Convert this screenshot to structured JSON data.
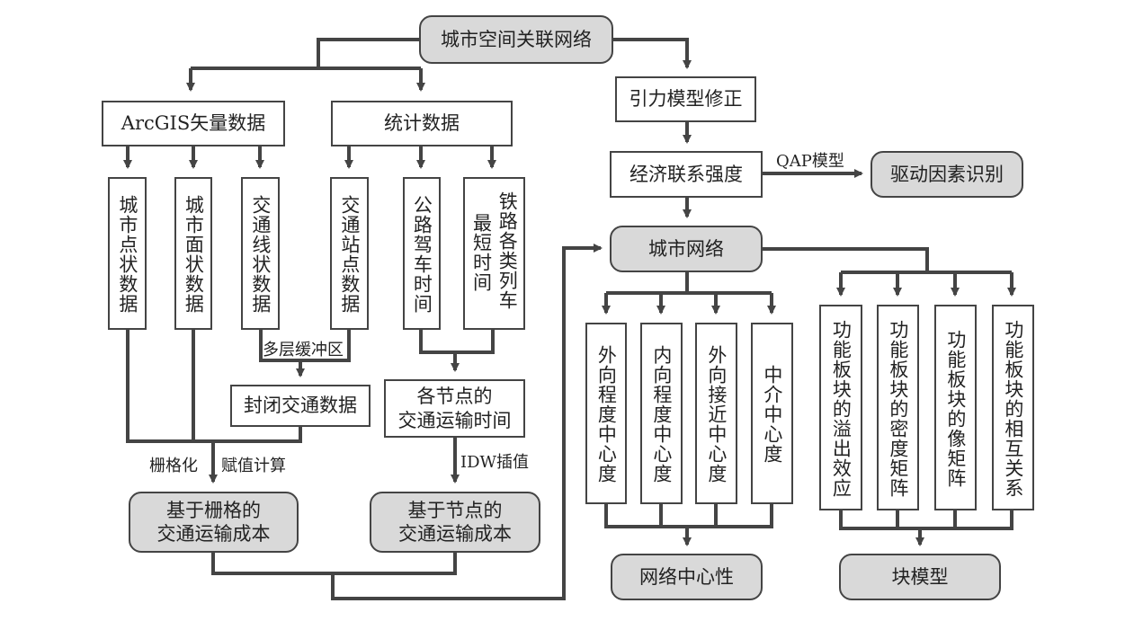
{
  "diagram": {
    "nodes": {
      "root": "城市空间关联网络",
      "arcgis": "ArcGIS矢量数据",
      "stats": "统计数据",
      "city_point": "城市点状数据",
      "city_area": "城市面状数据",
      "traffic_line": "交通线状数据",
      "traffic_station": "交通站点数据",
      "road_drive": "公路驾车时间",
      "rail_col1": "铁路各类列车",
      "rail_col2": "最短时间",
      "closed_traffic": "封闭交通数据",
      "node_time": "各节点的\n交通运输时间",
      "grid_cost": "基于栅格的\n交通运输成本",
      "node_cost": "基于节点的\n交通运输成本",
      "gravity": "引力模型修正",
      "econ": "经济联系强度",
      "driver": "驱动因素识别",
      "city_net": "城市网络",
      "out_degree": "外向程度中心度",
      "in_degree": "内向程度中心度",
      "out_close": "外向接近中心度",
      "between": "中介中心度",
      "spill": "功能板块的溢出效应",
      "density": "功能板块的密度矩阵",
      "image": "功能板块的像矩阵",
      "relation": "功能板块的相互关系",
      "centrality": "网络中心性",
      "block": "块模型"
    },
    "edge_labels": {
      "buffer": "多层缓冲区",
      "rasterize": "栅格化",
      "assign": "赋值计算",
      "idw": "IDW插值",
      "qap": "QAP模型"
    },
    "colors": {
      "line": "#444444",
      "rounded_fill": "#d9d9d9",
      "box_fill": "#ffffff"
    }
  }
}
